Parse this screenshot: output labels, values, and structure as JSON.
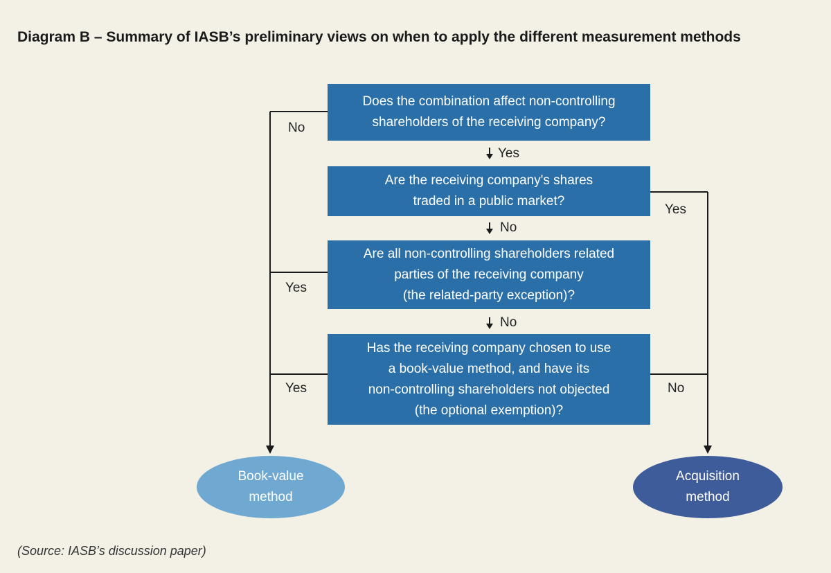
{
  "title": "Diagram B – Summary of IASB’s preliminary views on when to apply the different measurement methods",
  "colors": {
    "background": "#f3f0e6",
    "question_box": "#2a6fa8",
    "book_value_oval": "#6fa8d0",
    "acquisition_oval": "#3f5c9a",
    "lines": "#1a1a1a"
  },
  "questions": [
    {
      "text": "Does the combination affect non-controlling\nshareholders of the receiving company?"
    },
    {
      "text": "Are the receiving company's shares\ntraded in a public market?"
    },
    {
      "text": "Are all non-controlling shareholders related\nparties of the receiving company\n(the related-party exception)?"
    },
    {
      "text": "Has the receiving company chosen to use\na book-value method, and have its\nnon-controlling shareholders not objected\n(the optional exemption)?"
    }
  ],
  "down_labels": [
    "Yes",
    "No",
    "No"
  ],
  "left_labels": [
    "No",
    "Yes",
    "Yes"
  ],
  "right_labels": [
    "Yes",
    "No"
  ],
  "outcomes": {
    "book_value": "Book-value\nmethod",
    "acquisition": "Acquisition\nmethod"
  },
  "source": "(Source: IASB’s discussion paper)"
}
